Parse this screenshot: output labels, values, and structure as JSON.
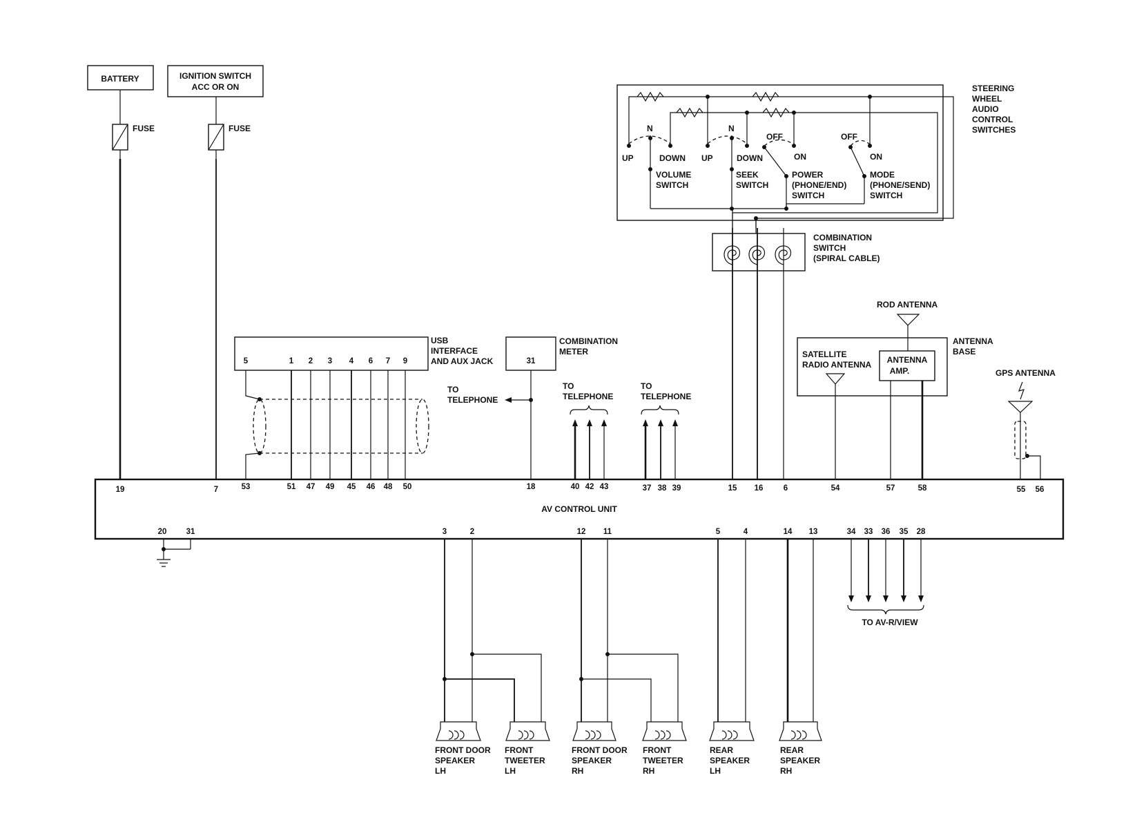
{
  "components": {
    "battery": "BATTERY",
    "ignition_switch": [
      "IGNITION SWITCH",
      "ACC OR ON"
    ],
    "fuse": "FUSE",
    "steering_switches": [
      "STEERING",
      "WHEEL",
      "AUDIO",
      "CONTROL",
      "SWITCHES"
    ],
    "volume_switch": [
      "VOLUME",
      "SWITCH"
    ],
    "seek_switch": [
      "SEEK",
      "SWITCH"
    ],
    "power_switch": [
      "POWER",
      "(PHONE/END)",
      "SWITCH"
    ],
    "mode_switch": [
      "MODE",
      "(PHONE/SEND)",
      "SWITCH"
    ],
    "switch_positions": {
      "up": "UP",
      "down": "DOWN",
      "n": "N",
      "off": "OFF",
      "on": "ON"
    },
    "combination_switch": [
      "COMBINATION",
      "SWITCH",
      "(SPIRAL CABLE)"
    ],
    "usb_interface": [
      "USB",
      "INTERFACE",
      "AND AUX JACK"
    ],
    "combination_meter": [
      "COMBINATION",
      "METER"
    ],
    "to_telephone": [
      "TO",
      "TELEPHONE"
    ],
    "rod_antenna": "ROD ANTENNA",
    "antenna_base": [
      "ANTENNA",
      "BASE"
    ],
    "satellite_antenna": [
      "SATELLITE",
      "RADIO ANTENNA"
    ],
    "antenna_amp": [
      "ANTENNA",
      "AMP."
    ],
    "gps_antenna": "GPS ANTENNA",
    "av_control_unit": "AV CONTROL UNIT",
    "to_av_r_view": "TO AV-R/VIEW",
    "front_door_speaker_lh": [
      "FRONT DOOR",
      "SPEAKER",
      "LH"
    ],
    "front_tweeter_lh": [
      "FRONT",
      "TWEETER",
      "LH"
    ],
    "front_door_speaker_rh": [
      "FRONT DOOR",
      "SPEAKER",
      "RH"
    ],
    "front_tweeter_rh": [
      "FRONT",
      "TWEETER",
      "RH"
    ],
    "rear_speaker_lh": [
      "REAR",
      "SPEAKER",
      "LH"
    ],
    "rear_speaker_rh": [
      "REAR",
      "SPEAKER",
      "RH"
    ]
  },
  "pins": {
    "usb_top": [
      "5",
      "1",
      "2",
      "3",
      "4",
      "6",
      "7",
      "9"
    ],
    "meter_top": "31",
    "av_top": [
      "19",
      "7",
      "53",
      "51",
      "47",
      "49",
      "45",
      "46",
      "48",
      "50",
      "18",
      "40",
      "42",
      "43",
      "37",
      "38",
      "39",
      "15",
      "16",
      "6",
      "54",
      "57",
      "58",
      "55",
      "56"
    ],
    "av_bottom": [
      "20",
      "31",
      "3",
      "2",
      "12",
      "11",
      "5",
      "4",
      "14",
      "13",
      "34",
      "33",
      "36",
      "35",
      "28"
    ]
  }
}
